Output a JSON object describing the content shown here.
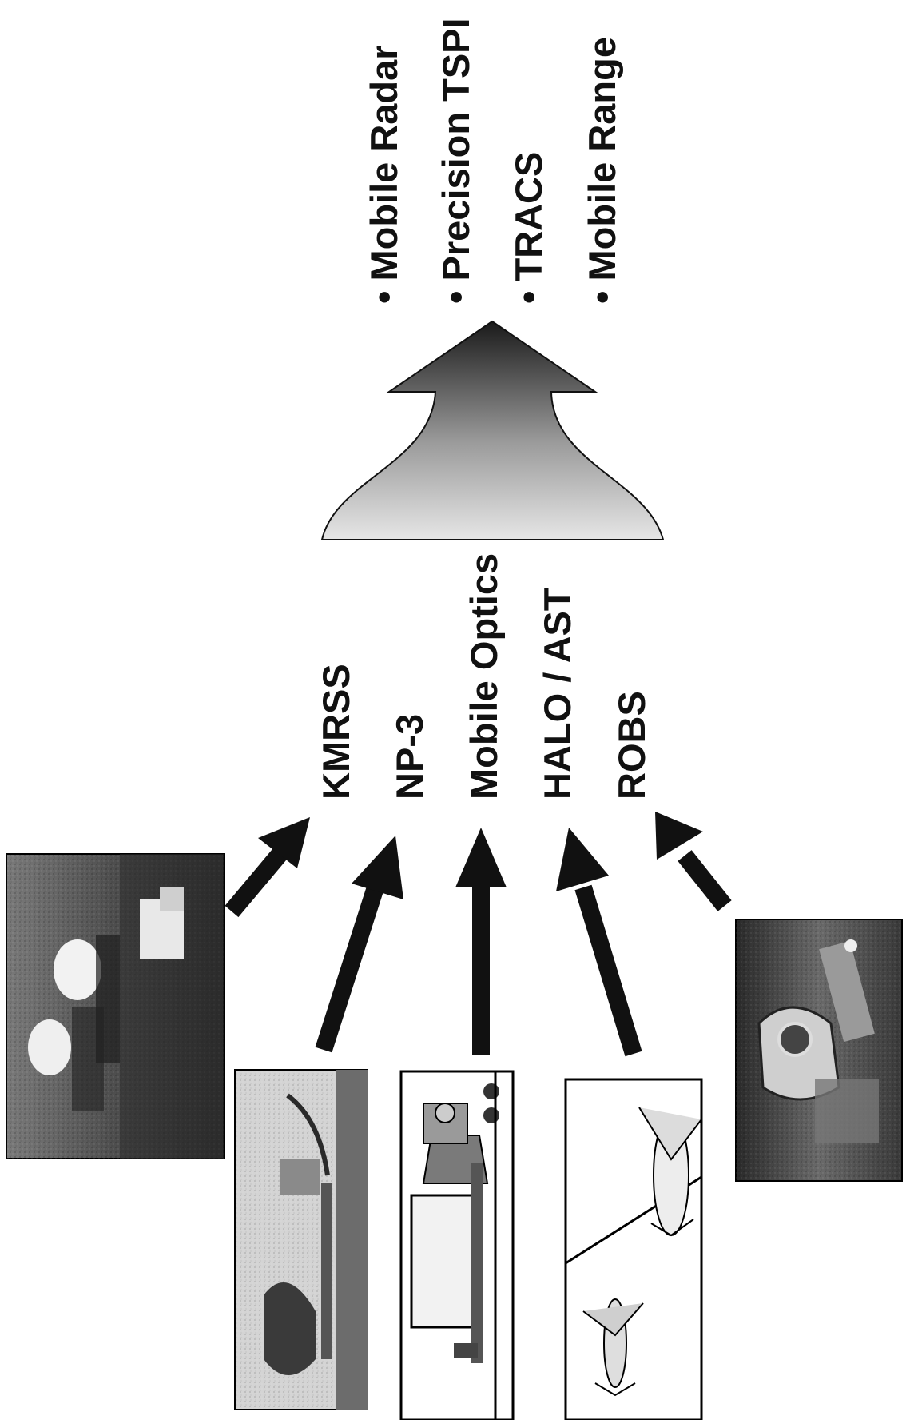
{
  "sources": [
    {
      "label": "KMRSS",
      "photo": "radar-domes-ship-photo"
    },
    {
      "label": "NP-3",
      "photo": "aircraft-on-tarmac-photo"
    },
    {
      "label": "Mobile Optics",
      "photo": "mobile-optics-trailer-drawing"
    },
    {
      "label": "HALO / AST",
      "photo": "aircraft-drawing"
    },
    {
      "label": "ROBS",
      "photo": "tracking-mount-photo"
    }
  ],
  "outcomes": {
    "bullet_char": "•",
    "items": [
      "Mobile Radar",
      "Precision TSPI",
      "TRACS",
      "Mobile Range"
    ]
  },
  "colors": {
    "arrow": "#111111",
    "big_arrow_top": "#1a1a1a",
    "big_arrow_bottom": "#dcdcdc",
    "photo_dark": "#3a3a3a"
  }
}
